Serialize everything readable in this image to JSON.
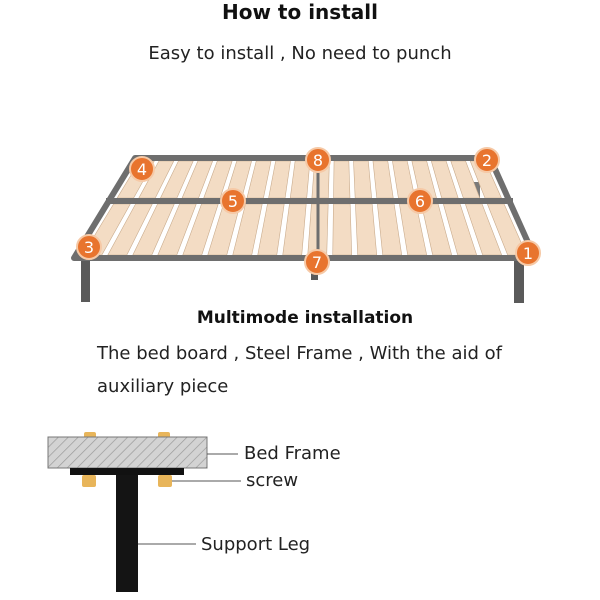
{
  "header": {
    "title": "How to install",
    "subtitle": "Easy to install , No need to punch"
  },
  "illustration": {
    "markers": [
      "1",
      "2",
      "3",
      "4",
      "5",
      "6",
      "7",
      "8"
    ],
    "marker_color": "#e8742e",
    "slat_color": "#f3dcc4",
    "frame_color": "#6e6e6e"
  },
  "section": {
    "heading": "Multimode installation",
    "description_line1": "The bed board , Steel Frame , With the aid of",
    "description_line2": "auxiliary piece"
  },
  "diagram": {
    "labels": {
      "bed_frame": "Bed Frame",
      "screw": "screw",
      "support_leg": "Support Leg"
    },
    "board_color": "#d3d3d3",
    "screw_color": "#e8b55a",
    "leg_color": "#141414"
  }
}
